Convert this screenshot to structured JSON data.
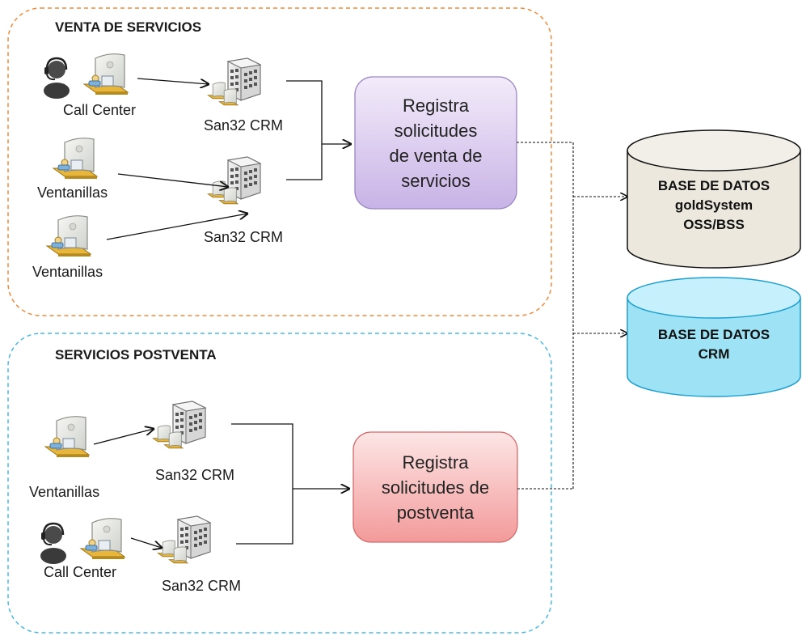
{
  "groups": {
    "venta": {
      "title": "VENTA DE SERVICIOS",
      "border_color": "#ee8a3c",
      "channels": [
        {
          "label": "Call Center"
        },
        {
          "label": "Ventanillas"
        },
        {
          "label": "Ventanillas"
        }
      ],
      "servers": [
        {
          "label": "San32 CRM"
        },
        {
          "label": "San32 CRM"
        }
      ],
      "process": {
        "line1": "Registra",
        "line2": "solicitudes",
        "line3": "de venta de",
        "line4": "servicios",
        "fill_top": "#f3ecfa",
        "fill_bottom": "#c8b3e6",
        "border": "#9a86c4"
      }
    },
    "postventa": {
      "title": "SERVICIOS POSTVENTA",
      "border_color": "#4cb8e6",
      "channels": [
        {
          "label": "Ventanillas"
        },
        {
          "label": "Call Center"
        }
      ],
      "servers": [
        {
          "label": "San32 CRM"
        },
        {
          "label": "San32 CRM"
        }
      ],
      "process": {
        "line1": "Registra",
        "line2": "solicitudes de",
        "line3": "postventa",
        "fill_top": "#fde6e6",
        "fill_bottom": "#f39a9a",
        "border": "#d46a6a"
      }
    }
  },
  "databases": [
    {
      "line1": "BASE DE DATOS",
      "line2": "goldSystem",
      "line3": "OSS/BSS",
      "fill": "#ece8de",
      "top_fill": "#f2efe8",
      "border": "#111111"
    },
    {
      "line1": "BASE DE DATOS",
      "line2": "CRM",
      "fill": "#9ee3f5",
      "top_fill": "#c6f0fb",
      "border": "#1f9fcf"
    }
  ],
  "icons": {
    "headset_person": "call-center-agent-icon",
    "workstation": "service-counter-icon",
    "server": "crm-server-icon"
  }
}
